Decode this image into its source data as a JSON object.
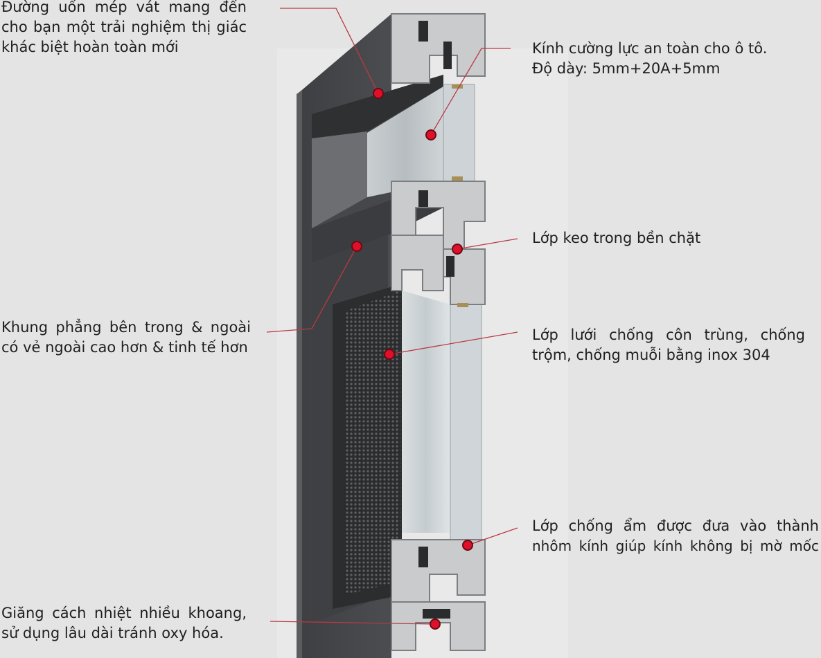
{
  "colors": {
    "background": "#e4e4e4",
    "frame_dark": "#3a3b3d",
    "frame_mid": "#4b4c4f",
    "frame_light": "#5e6064",
    "aluminum": "#c9cbcd",
    "glass": "#cfd6d8",
    "mesh": "#2e2f31",
    "marker_red": "#e0102a",
    "leader_red": "#b83a45",
    "text": "#1f1f1f"
  },
  "callouts": [
    {
      "id": "edge",
      "lines": [
        "Đường uốn mép vát mang đến",
        "cho bạn một trải nghiệm thị giác",
        "khác biệt hoàn toàn mới"
      ]
    },
    {
      "id": "glass",
      "lines": [
        "Kính cường lực an toàn cho ô tô.",
        "Độ dày: 5mm+20A+5mm"
      ]
    },
    {
      "id": "sealant",
      "lines": [
        "Lớp keo trong bền chặt"
      ]
    },
    {
      "id": "frame",
      "lines": [
        "Khung phẳng bên trong & ngoài",
        "có vẻ  ngoài cao hơn & tinh tế hơn"
      ]
    },
    {
      "id": "mesh",
      "lines": [
        "Lớp lưới chống côn trùng, chống",
        "trộm, chống muỗi bằng inox 304"
      ]
    },
    {
      "id": "moisture",
      "lines": [
        "Lớp chống ẩm được đưa vào thành",
        "nhôm kính giúp kính không bị mờ mốc"
      ]
    },
    {
      "id": "thermal",
      "lines": [
        "Giăng cách nhiệt nhiều khoang,",
        "sử dụng lâu dài tránh oxy hóa."
      ]
    }
  ]
}
